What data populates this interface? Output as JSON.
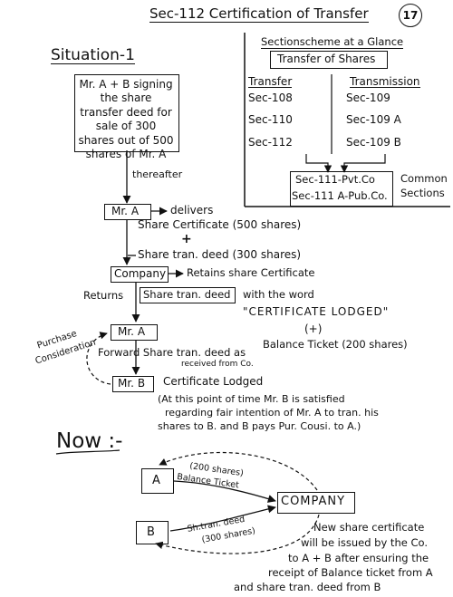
{
  "header": {
    "title": "Sec-112 Certification of Transfer",
    "page_number": "17"
  },
  "situation1": {
    "heading": "Situation-1",
    "box_text": "Mr. A + B signing the share transfer deed for sale of 300 shares out of 500 shares of Mr. A",
    "thereafter": "thereafter",
    "mr_a": "Mr. A",
    "delivers": "delivers",
    "share_certificate": "Share Certificate (500 shares)",
    "plus": "+",
    "share_tran_deed": "Share tran. deed (300 shares)",
    "company": "Company",
    "retains": "Retains share Certificate",
    "returns": "Returns",
    "returned_deed": "Share tran. deed",
    "with_the_word": "with the word",
    "certificate_lodged_word": "\"CERTIFICATE LODGED\"",
    "paren_plus": "(+)",
    "balance_ticket": "Balance Ticket (200 shares)",
    "mr_a_2": "Mr. A",
    "forward_text": "Forward Share tran. deed as",
    "received_from": "received from Co.",
    "purchase_1": "Purchase",
    "purchase_2": "Consideration",
    "mr_b": "Mr. B",
    "cert_lodged": "Certificate Lodged",
    "note": [
      "(At this point of time Mr. B is satisfied",
      "regarding fair intention of Mr. A to tran. his",
      "shares to B. and B pays Pur. Cousi. to A.)"
    ]
  },
  "glance": {
    "title": "Sectionscheme at a Glance",
    "subtitle": "Transfer of Shares",
    "col_transfer": "Transfer",
    "col_transmission": "Transmission",
    "transfer_items": [
      "Sec-108",
      "Sec-110",
      "Sec-112"
    ],
    "transmission_items": [
      "Sec-109",
      "Sec-109 A",
      "Sec-109 B"
    ],
    "common_1": "Sec-111-Pvt.Co",
    "common_2": "Sec-111 A-Pub.Co.",
    "common_label_1": "Common",
    "common_label_2": "Sections"
  },
  "now": {
    "heading": "Now :-",
    "a": "A",
    "b": "B",
    "company": "COMPANY",
    "a_label_1": "(200 shares)",
    "a_label_2": "Balance Ticket",
    "b_label_1": "Sh.tran. deed",
    "b_label_2": "(300 shares)",
    "note": [
      "New share certificate",
      "will be issued by the Co.",
      "to A + B after ensuring the",
      "receipt of Balance ticket from A",
      "and share tran. deed from B"
    ]
  }
}
